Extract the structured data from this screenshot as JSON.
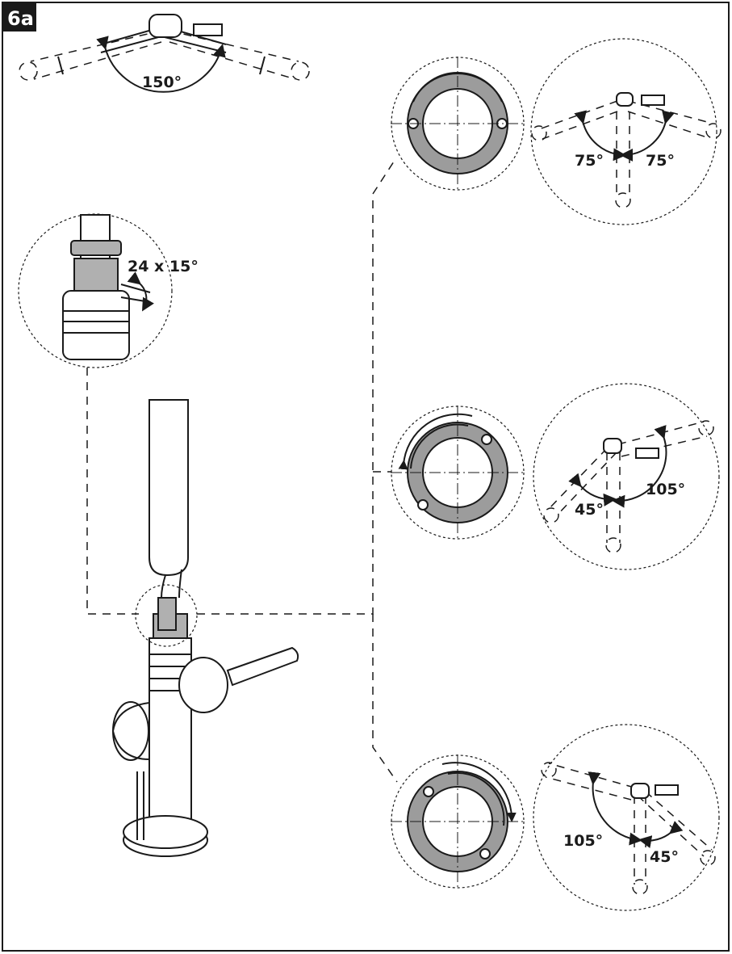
{
  "step": {
    "label": "6a"
  },
  "top_rotation": {
    "angle": "150°"
  },
  "detail_cartridge": {
    "label": "24 x 15°"
  },
  "positions": [
    {
      "left": "75°",
      "right": "75°"
    },
    {
      "left": "45°",
      "right": "105°"
    },
    {
      "left": "105°",
      "right": "45°"
    }
  ],
  "colors": {
    "ring": "#9c9c9c",
    "ink": "#1a1a1a",
    "badge": "#1a1a1a"
  }
}
